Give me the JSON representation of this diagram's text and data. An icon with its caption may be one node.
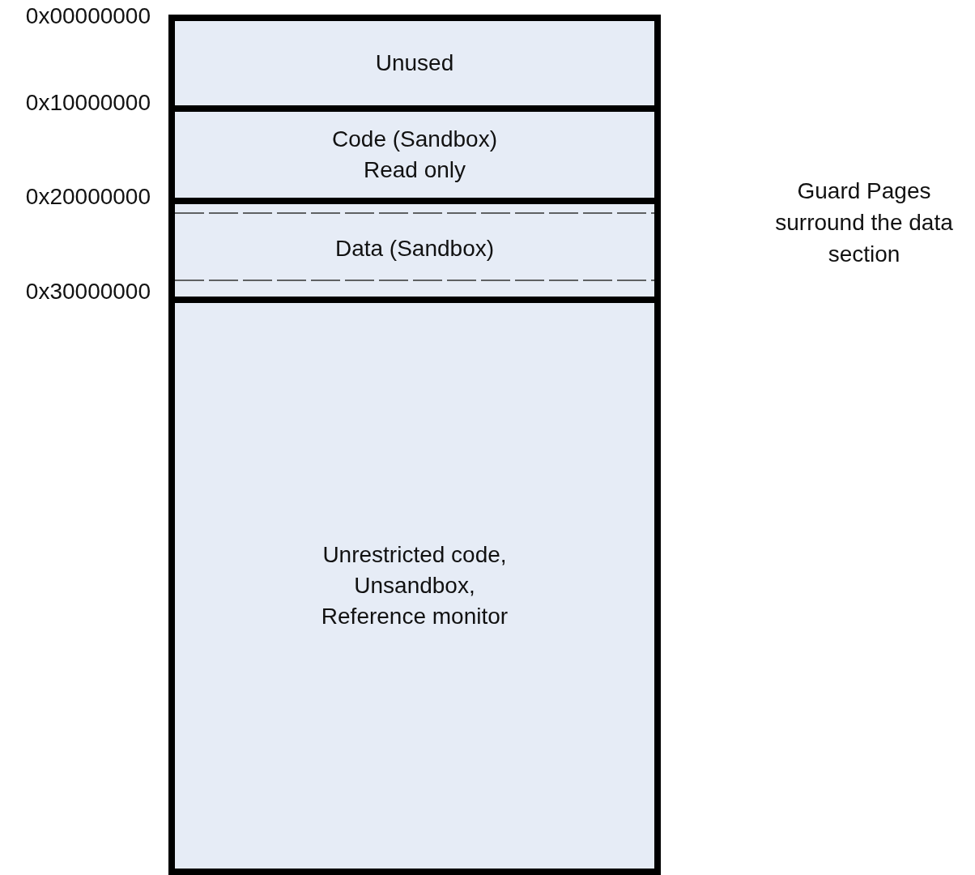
{
  "diagram": {
    "nodes": [
      {
        "text": [
          "Unused"
        ]
      },
      {
        "text": [
          "Code (Sandbox)",
          "Read only"
        ]
      },
      {
        "text": [
          "Data (Sandbox)"
        ]
      },
      {
        "text": [
          "Unrestricted code, Unsandbox, Reference monitor"
        ]
      }
    ],
    "labels": [
      "0x00000000",
      "0x10000000",
      "0x20000000",
      "0x30000000",
      "Guard Pages surround the data section"
    ]
  }
}
